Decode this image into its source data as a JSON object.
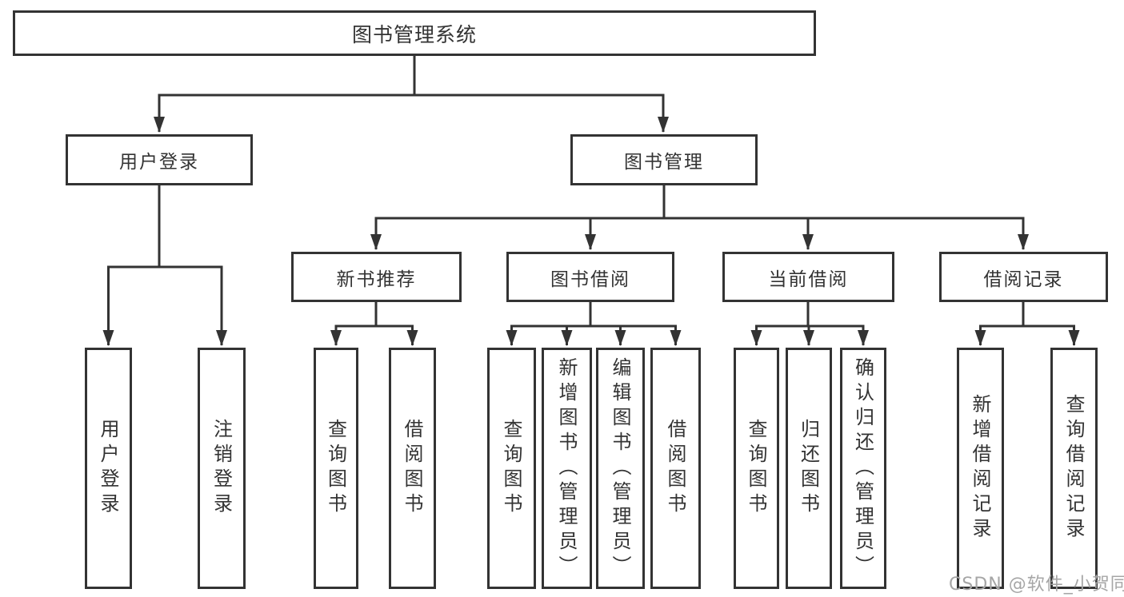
{
  "diagram": {
    "title": "图书管理系统",
    "root": {
      "label": "图书管理系统"
    },
    "level2": [
      {
        "label": "用户登录"
      },
      {
        "label": "图书管理"
      }
    ],
    "level3": [
      {
        "label": "新书推荐"
      },
      {
        "label": "图书借阅"
      },
      {
        "label": "当前借阅"
      },
      {
        "label": "借阅记录"
      }
    ],
    "leaves": {
      "user_login": [
        "用户登录",
        "注销登录"
      ],
      "new_books": [
        "查询图书",
        "借阅图书"
      ],
      "book_borrow": [
        "查询图书",
        "新增图书（管理员）",
        "编辑图书（管理员）",
        "借阅图书"
      ],
      "current_borrow": [
        "查询图书",
        "归还图书",
        "确认归还（管理员）"
      ],
      "borrow_records": [
        "新增借阅记录",
        "查询借阅记录"
      ]
    },
    "colors": {
      "line": "#333333",
      "box_fill": "#ffffff",
      "watermark": "#a6a6a6",
      "background": "#ffffff"
    }
  },
  "watermark": "CSDN @软件_小贺同学"
}
